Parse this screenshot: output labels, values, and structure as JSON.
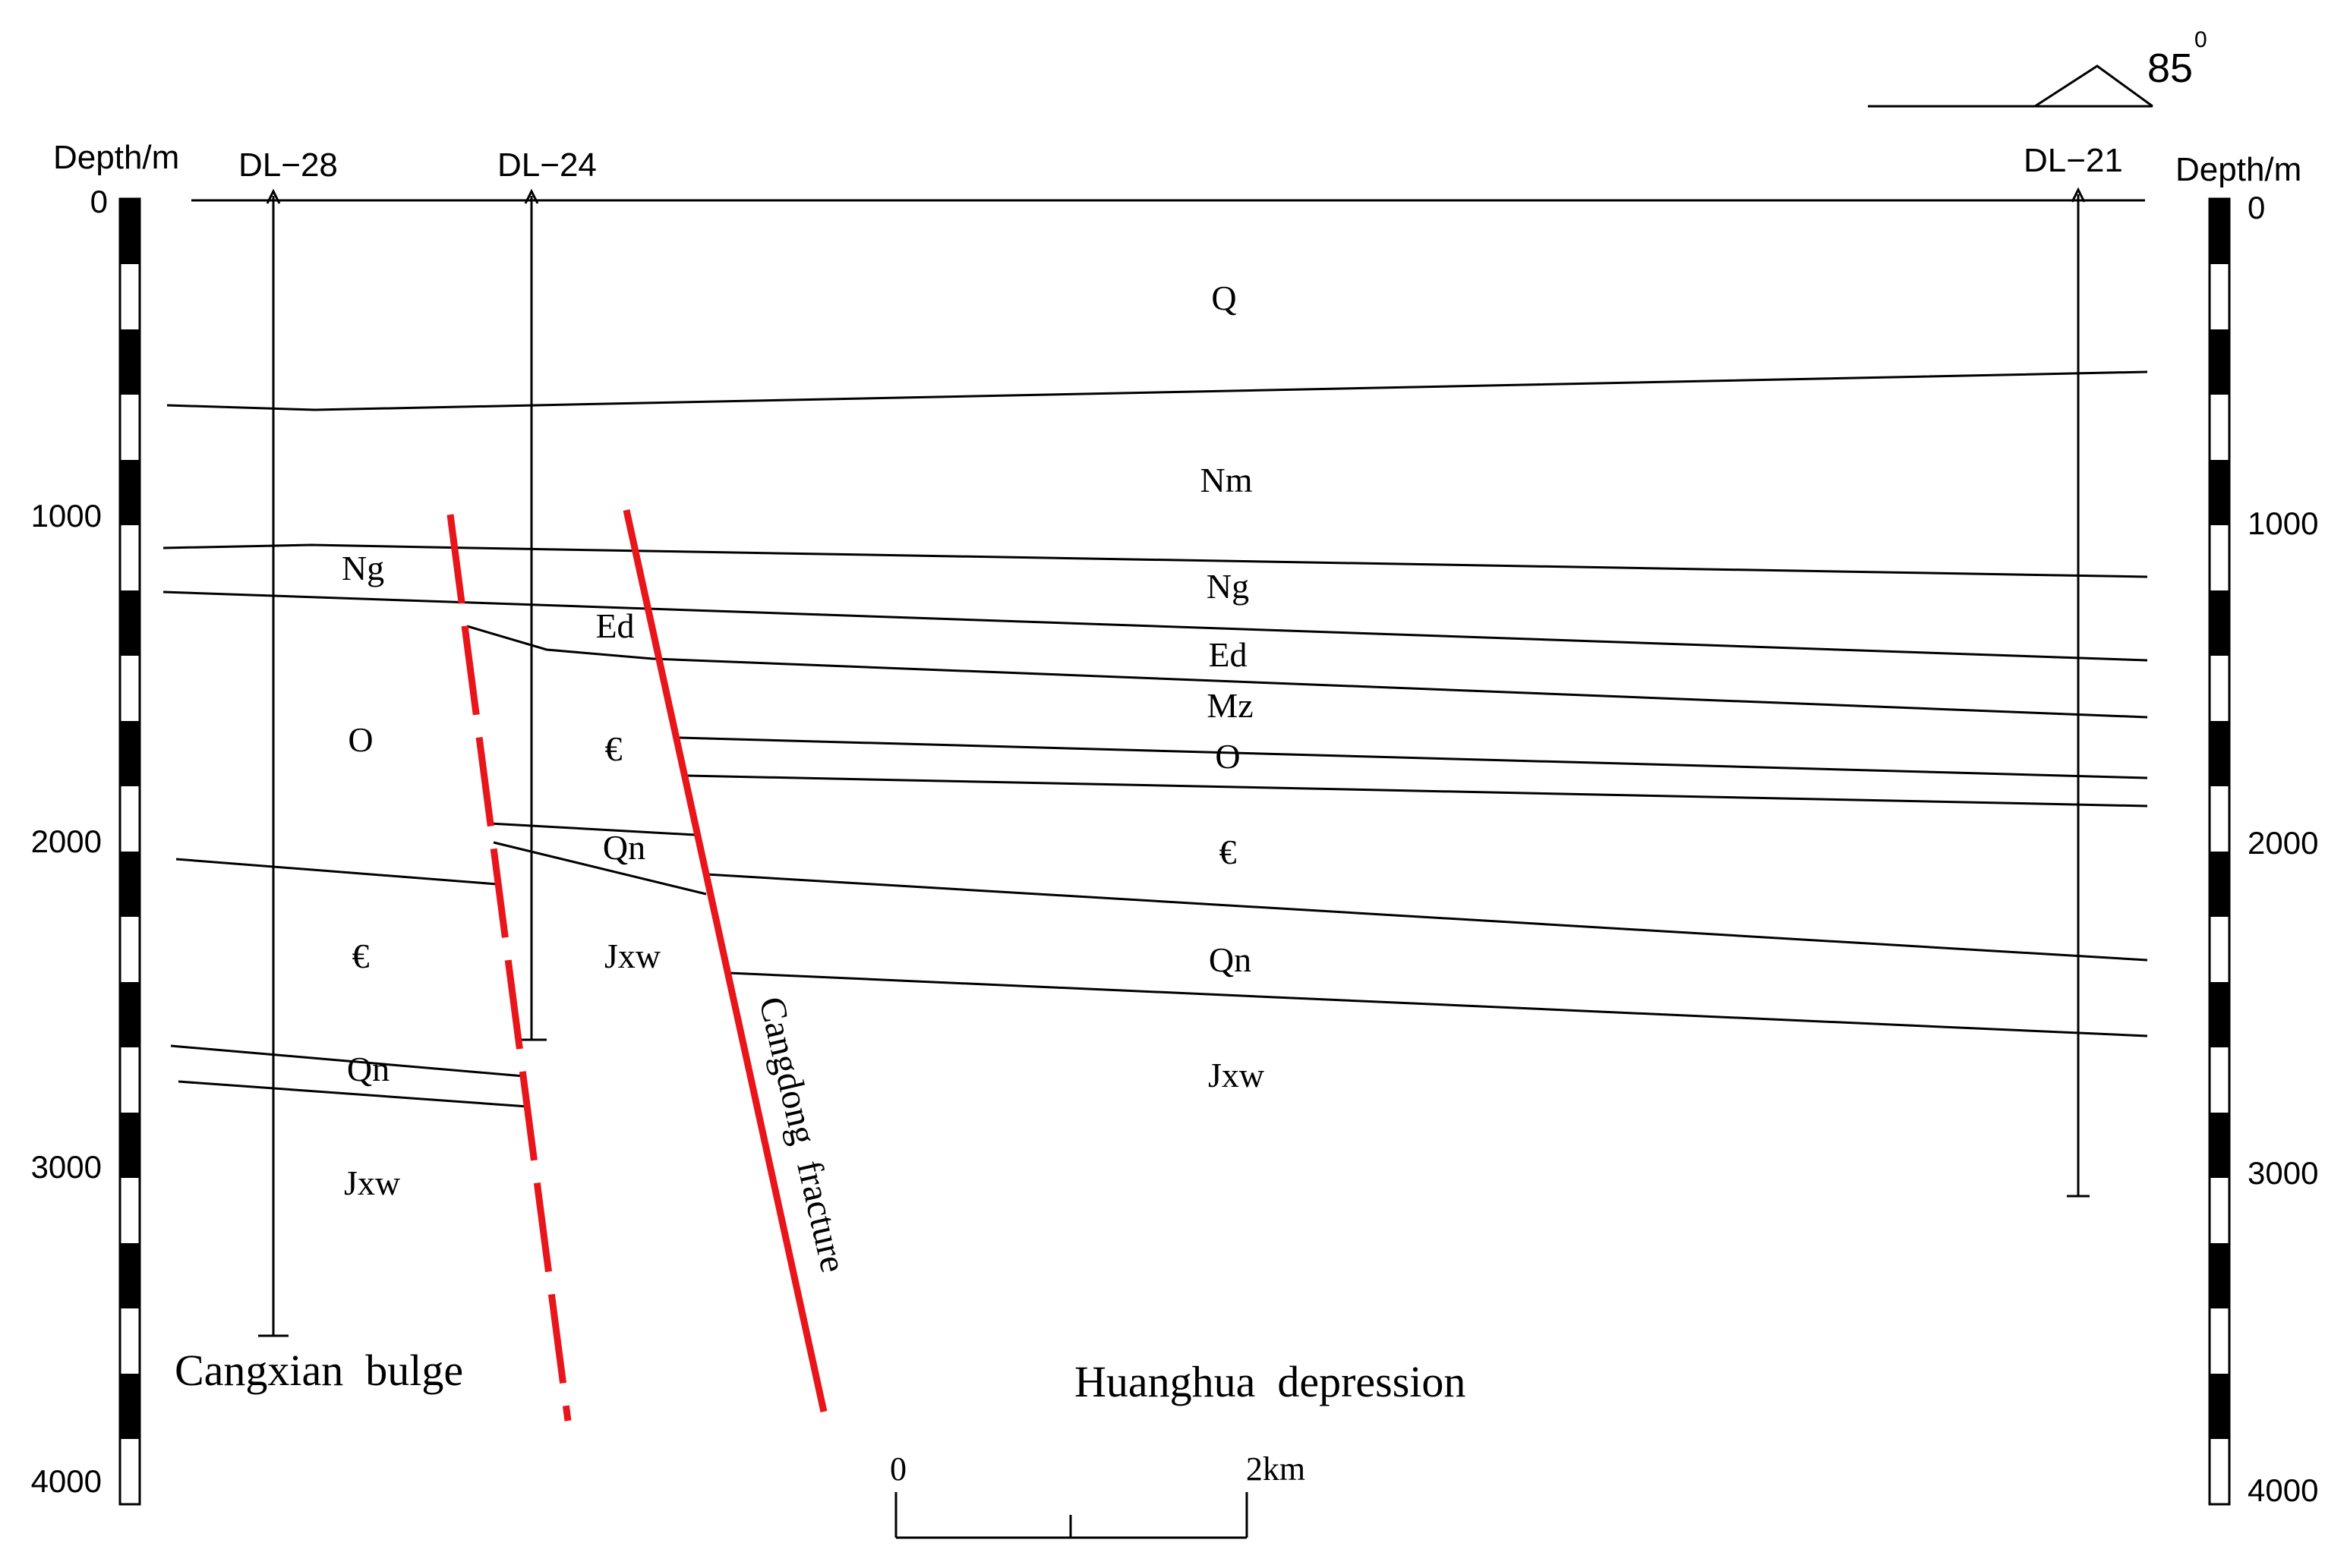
{
  "axis": {
    "left_title": "Depth/m",
    "right_title": "Depth/m",
    "left_ticks": [
      "0",
      "1000",
      "2000",
      "3000",
      "4000"
    ],
    "right_ticks": [
      "0",
      "1000",
      "2000",
      "3000",
      "4000"
    ]
  },
  "wells": {
    "w28": "DL−28",
    "w24": "DL−24",
    "w21": "DL−21"
  },
  "dip": {
    "label": "85",
    "sup": "0"
  },
  "strata": {
    "q": "Q",
    "nm": "Nm",
    "ng_left": "Ng",
    "ng_right": "Ng",
    "ed_mid": "Ed",
    "ed_right": "Ed",
    "mz": "Mz",
    "o_left": "O",
    "o_right": "O",
    "cam_mid": "€",
    "cam_right": "€",
    "cam_left": "€",
    "qn_mid": "Qn",
    "qn_right": "Qn",
    "qn_left": "Qn",
    "jxw_mid": "Jxw",
    "jxw_right": "Jxw",
    "jxw_left": "Jxw"
  },
  "regions": {
    "bulge": "Cangxian  bulge",
    "depression": "Huanghua  depression"
  },
  "fracture_label": "Cangdong  fracture",
  "scale": {
    "start": "0",
    "end": "2km"
  },
  "colors": {
    "fault": "#e8151b",
    "ink": "#000000"
  }
}
